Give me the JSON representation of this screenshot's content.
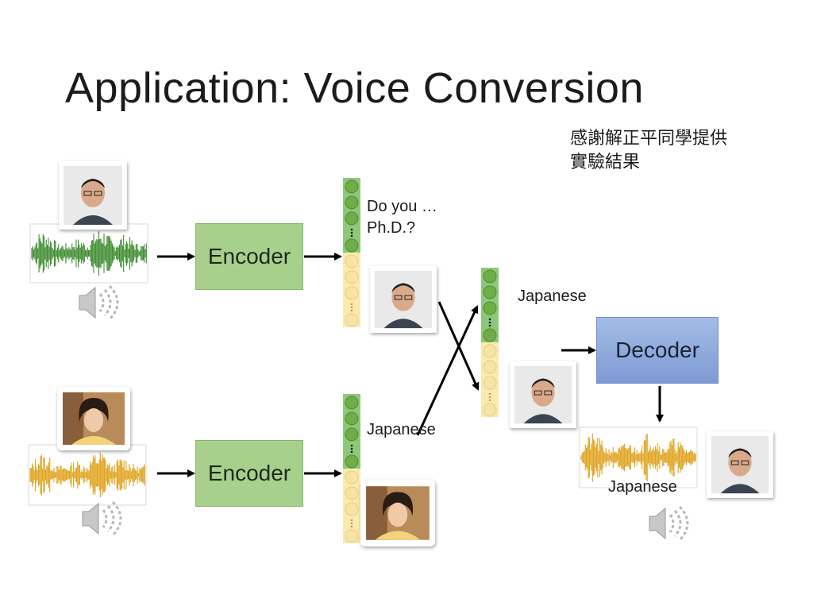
{
  "slide": {
    "title": "Application: Voice Conversion",
    "credit_line1": "感謝解正平同學提供",
    "credit_line2": "實驗結果"
  },
  "encoders": [
    {
      "label": "Encoder"
    },
    {
      "label": "Encoder"
    }
  ],
  "decoder": {
    "label": "Decoder"
  },
  "labels": {
    "content_top_line1": "Do you …",
    "content_top_line2": "Ph.D.?",
    "content_bottom": "Japanese",
    "content_mixed": "Japanese",
    "output": "Japanese"
  },
  "colors": {
    "encoder_fill": "#a8d08d",
    "decoder_fill": "#8faadc",
    "content_code": "#70ad47",
    "speaker_code": "#f6e3a6",
    "wave_green": "#3d8b2f",
    "wave_yellow": "#e0a21c"
  },
  "icons": [
    "speaker-icon",
    "avatar-male",
    "avatar-female"
  ]
}
